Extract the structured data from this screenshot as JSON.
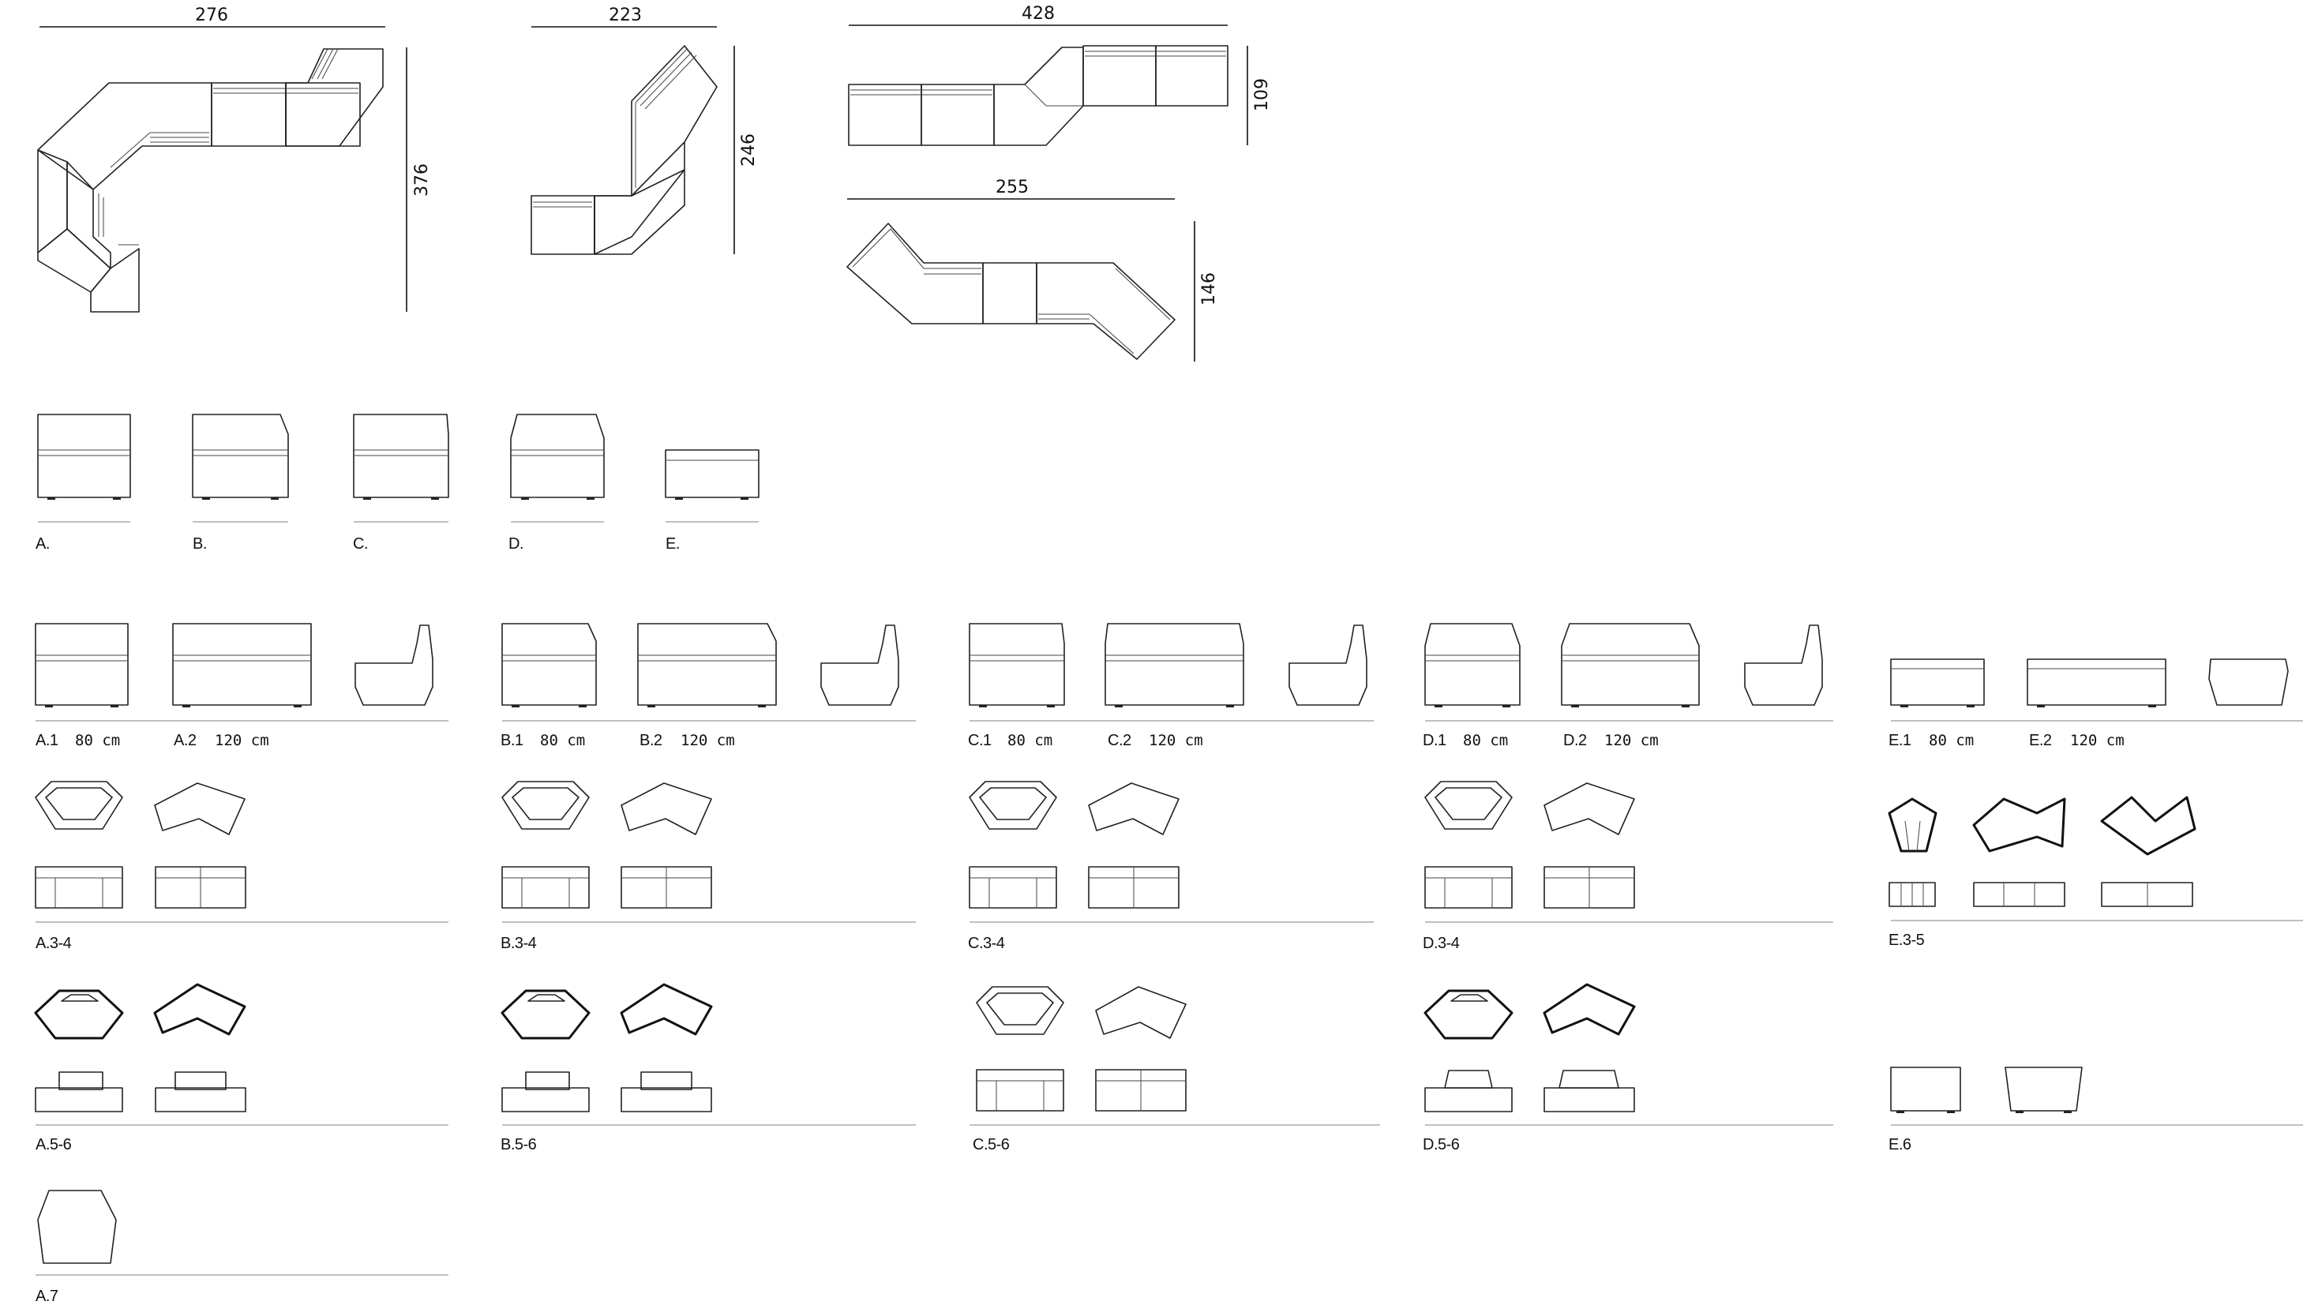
{
  "layouts": {
    "layout_1": {
      "width": "276",
      "depth": "376"
    },
    "layout_2": {
      "width": "223",
      "depth": "246"
    },
    "layout_3": {
      "width": "428",
      "depth": "109"
    },
    "layout_4": {
      "width": "255",
      "depth": "146"
    }
  },
  "families": [
    {
      "code": "A.",
      "label_1": "A.1",
      "size_1": "80 cm",
      "label_2": "A.2",
      "size_2": "120 cm",
      "corner_34": "A.3-4",
      "corner_56": "A.5-6"
    },
    {
      "code": "B.",
      "label_1": "B.1",
      "size_1": "80 cm",
      "label_2": "B.2",
      "size_2": "120 cm",
      "corner_34": "B.3-4",
      "corner_56": "B.5-6"
    },
    {
      "code": "C.",
      "label_1": "C.1",
      "size_1": "80 cm",
      "label_2": "C.2",
      "size_2": "120 cm",
      "corner_34": "C.3-4",
      "corner_56": "C.5-6"
    },
    {
      "code": "D.",
      "label_1": "D.1",
      "size_1": "80 cm",
      "label_2": "D.2",
      "size_2": "120 cm",
      "corner_34": "D.3-4",
      "corner_56": "D.5-6"
    },
    {
      "code": "E.",
      "label_1": "E.1",
      "size_1": "80 cm",
      "label_2": "E.2",
      "size_2": "120 cm",
      "corner_34": "E.3-5",
      "corner_56": "E.6"
    }
  ],
  "extra": {
    "label": "A.7"
  },
  "colors": {
    "line": "#222222",
    "rule": "#9a9a9a",
    "background": "#ffffff"
  }
}
